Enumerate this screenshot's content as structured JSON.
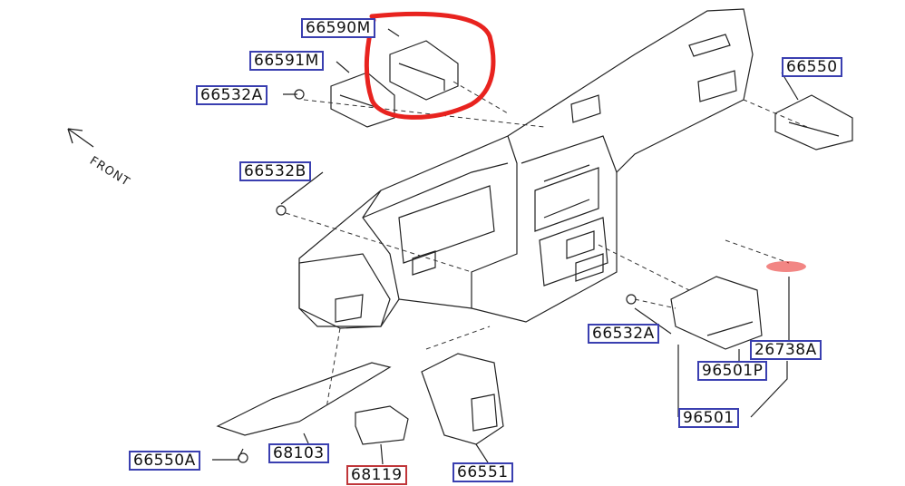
{
  "diagram": {
    "direction_label": "FRONT",
    "parts": [
      {
        "id": "p-66590m",
        "label": "66590M"
      },
      {
        "id": "p-66591m",
        "label": "66591M"
      },
      {
        "id": "p-66532a-top",
        "label": "66532A"
      },
      {
        "id": "p-66532b",
        "label": "66532B"
      },
      {
        "id": "p-66550",
        "label": "66550"
      },
      {
        "id": "p-66532a-right",
        "label": "66532A"
      },
      {
        "id": "p-26738a",
        "label": "26738A"
      },
      {
        "id": "p-96501p",
        "label": "96501P"
      },
      {
        "id": "p-96501",
        "label": "96501"
      },
      {
        "id": "p-66550a",
        "label": "66550A"
      },
      {
        "id": "p-68103",
        "label": "68103"
      },
      {
        "id": "p-68119",
        "label": "68119",
        "highlighted": true
      },
      {
        "id": "p-66551",
        "label": "66551"
      }
    ],
    "colors": {
      "label_border": "#3a3fb0",
      "highlight": "#e8231f",
      "selected_label_border": "#c0363a"
    }
  }
}
